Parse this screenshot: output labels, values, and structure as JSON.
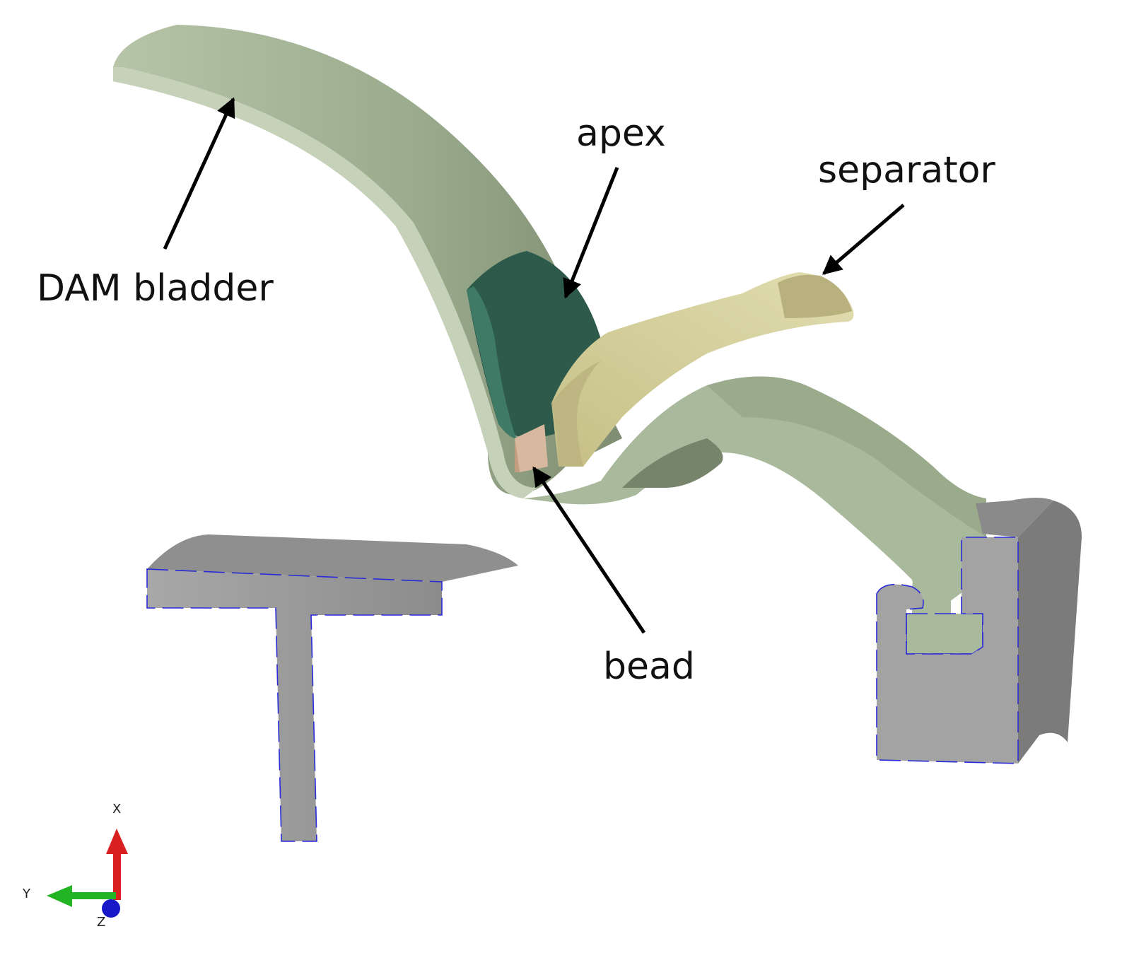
{
  "labels": {
    "dam_bladder": "DAM bladder",
    "apex": "apex",
    "separator": "separator",
    "bead": "bead"
  },
  "triad": {
    "x": "X",
    "y": "Y",
    "z": "Z"
  },
  "colors": {
    "bladder": "#a8b89a",
    "bladder_shadow": "#7f8d72",
    "bladder_light": "#c3d0b6",
    "apex": "#2d5a4c",
    "apex_light": "#3f7a66",
    "separator": "#d9d4a0",
    "separator_shadow": "#b7b07c",
    "bead": "#d7b49a",
    "steel": "#a3a3a3",
    "steel_dark": "#7b7b7b",
    "mesh_edge": "#2a2ad8",
    "axis_x": "#d82020",
    "axis_y": "#22b422",
    "axis_z": "#1818c8"
  }
}
